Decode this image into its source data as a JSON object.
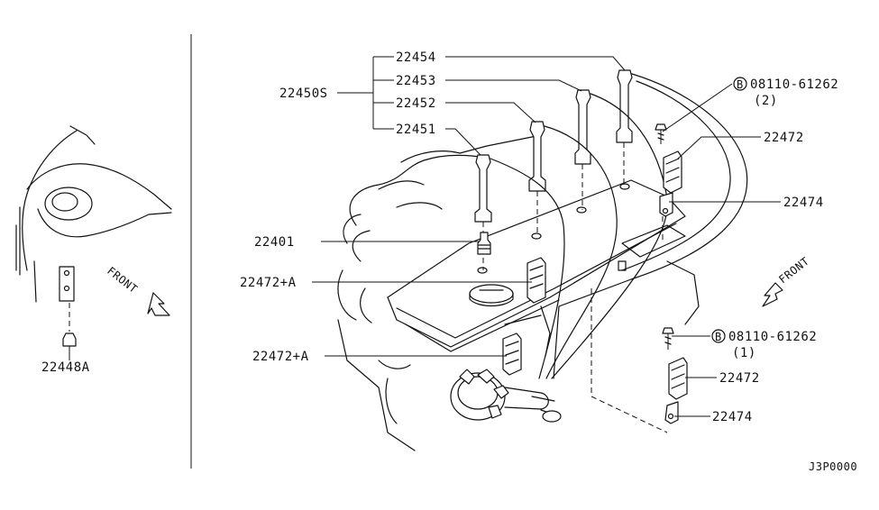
{
  "callouts": {
    "assembly": "22450S",
    "cable_1": "22454",
    "cable_2": "22453",
    "cable_3": "22452",
    "cable_4": "22451",
    "spark_plug": "22401",
    "clamp_a_upper": "22472+A",
    "clamp_a_lower": "22472+A",
    "clamp_upper": "22472",
    "bracket_upper": "22474",
    "clamp_lower": "22472",
    "bracket_lower": "22474",
    "bolt_upper": "08110-61262",
    "bolt_upper_qty": "(2)",
    "bolt_lower": "08110-61262",
    "bolt_lower_qty": "(1)",
    "bolt_marker": "B",
    "left_part": "22448A",
    "front_left": "FRONT",
    "front_right": "FRONT",
    "diagram_code": "J3P0000"
  }
}
